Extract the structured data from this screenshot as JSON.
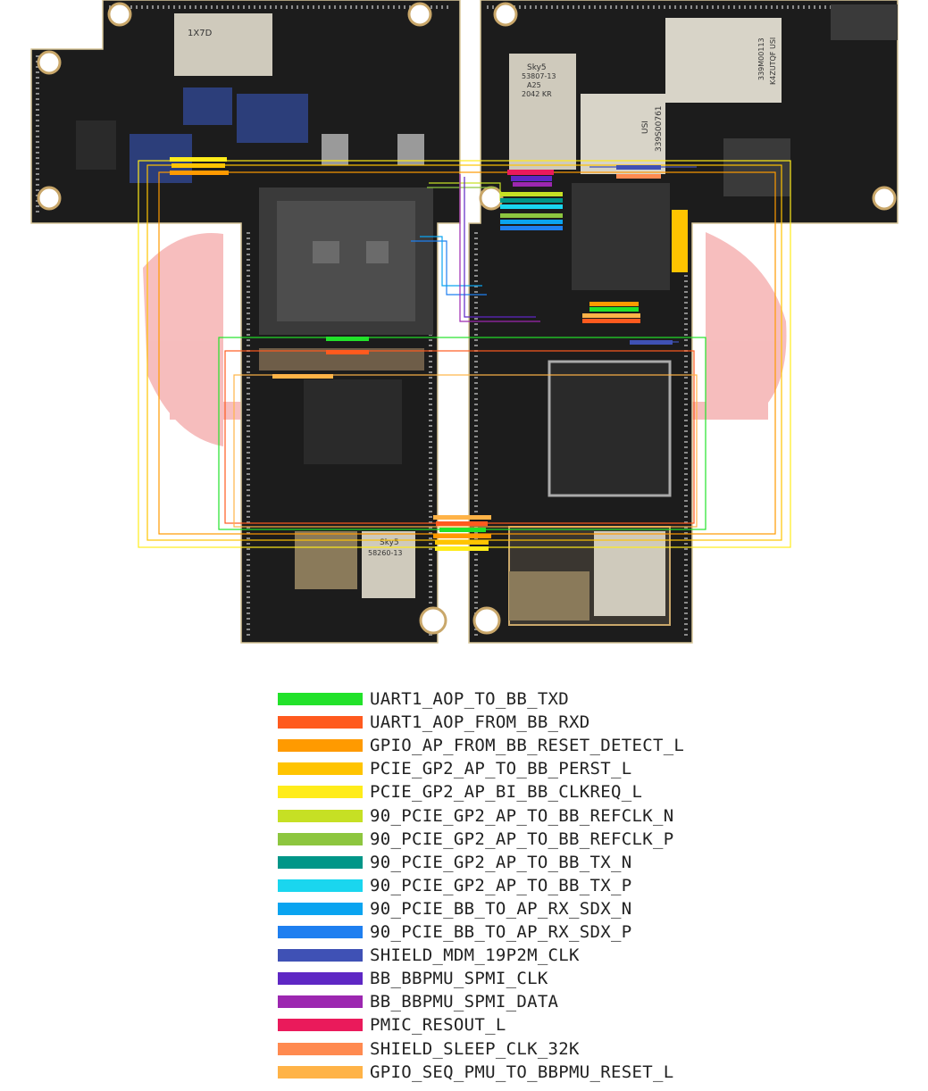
{
  "legend": [
    {
      "label": "UART1_AOP_TO_BB_TXD",
      "color": "#22e22a"
    },
    {
      "label": "UART1_AOP_FROM_BB_RXD",
      "color": "#ff5a1e"
    },
    {
      "label": "GPIO_AP_FROM_BB_RESET_DETECT_L",
      "color": "#ff9a00"
    },
    {
      "label": "PCIE_GP2_AP_TO_BB_PERST_L",
      "color": "#ffc400"
    },
    {
      "label": "PCIE_GP2_AP_BI_BB_CLKREQ_L",
      "color": "#ffec1a"
    },
    {
      "label": "90_PCIE_GP2_AP_TO_BB_REFCLK_N",
      "color": "#c6e024"
    },
    {
      "label": "90_PCIE_GP2_AP_TO_BB_REFCLK_P",
      "color": "#8dc63f"
    },
    {
      "label": "90_PCIE_GP2_AP_TO_BB_TX_N",
      "color": "#009688"
    },
    {
      "label": "90_PCIE_GP2_AP_TO_BB_TX_P",
      "color": "#1ad6ef"
    },
    {
      "label": "90_PCIE_BB_TO_AP_RX_SDX_N",
      "color": "#0aa4f0"
    },
    {
      "label": "90_PCIE_BB_TO_AP_RX_SDX_P",
      "color": "#1e7ff0"
    },
    {
      "label": "SHIELD_MDM_19P2M_CLK",
      "color": "#3f51b5"
    },
    {
      "label": "BB_BBPMU_SPMI_CLK",
      "color": "#5e27c4"
    },
    {
      "label": "BB_BBPMU_SPMI_DATA",
      "color": "#9c27b0"
    },
    {
      "label": "PMIC_RESOUT_L",
      "color": "#ea1a5b"
    },
    {
      "label": "SHIELD_SLEEP_CLK_32K",
      "color": "#ff8a50"
    },
    {
      "label": "GPIO_SEQ_PMU_TO_BBPMU_RESET_L",
      "color": "#ffb347"
    }
  ],
  "chip_labels": {
    "top_left_chip": "1X7D",
    "right_chip_1": "Sky5",
    "right_chip_2": "53807-13",
    "right_chip_3": "A25",
    "right_chip_4": "2042 KR",
    "right_chip_5": "USI",
    "right_chip_6": "339S00761",
    "right_chip_7": "339M00113",
    "right_chip_8": "K4ZUTQF USI",
    "bottom_chip_1": "Sky5",
    "bottom_chip_2": "58260-13"
  },
  "watermark_color": "#e84545"
}
